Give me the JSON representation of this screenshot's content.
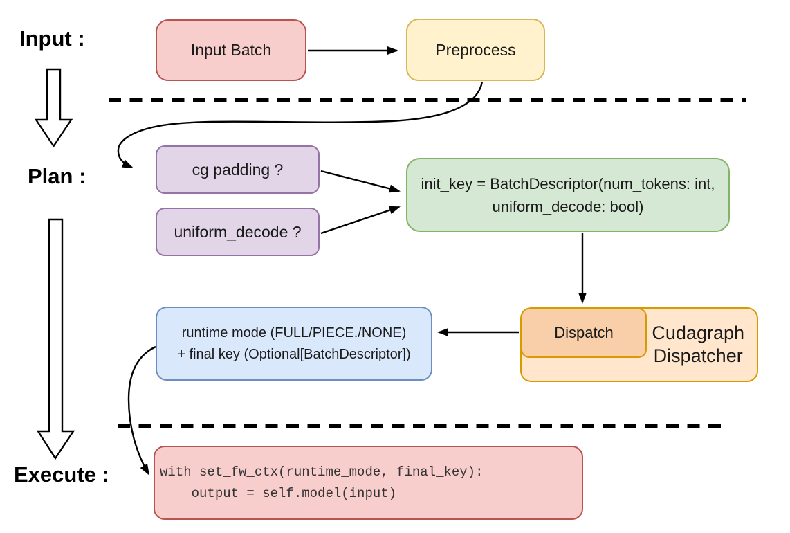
{
  "diagram": {
    "stages": {
      "input": "Input :",
      "plan": "Plan :",
      "execute": "Execute :"
    },
    "nodes": {
      "input_batch": "Input Batch",
      "preprocess": "Preprocess",
      "cg_padding": "cg padding ?",
      "uniform_decode": "uniform_decode ?",
      "init_key": "init_key = BatchDescriptor(num_tokens: int,\nuniform_decode: bool)",
      "dispatch": "Dispatch",
      "cudagraph_dispatcher": "Cudagraph\nDispatcher",
      "runtime_mode": "runtime mode (FULL/PIECE./NONE)\n+ final key (Optional[BatchDescriptor])",
      "execute_code": "with set_fw_ctx(runtime_mode, final_key):\n    output = self.model(input)"
    },
    "colors": {
      "red_fill": "#f8cecc",
      "red_border": "#b85450",
      "yellow_fill": "#fff2cc",
      "yellow_border": "#d6b656",
      "purple_fill": "#e1d5e7",
      "purple_border": "#9673a6",
      "green_fill": "#d5e8d4",
      "green_border": "#82b366",
      "blue_fill": "#dae8fc",
      "blue_border": "#6c8ebf",
      "orange_outer_fill": "#ffe6cc",
      "orange_inner_fill": "#f8cfa8",
      "orange_border": "#d79b00",
      "arrow_color": "#000000",
      "code_text": "#333333",
      "label_text": "#000000"
    }
  }
}
